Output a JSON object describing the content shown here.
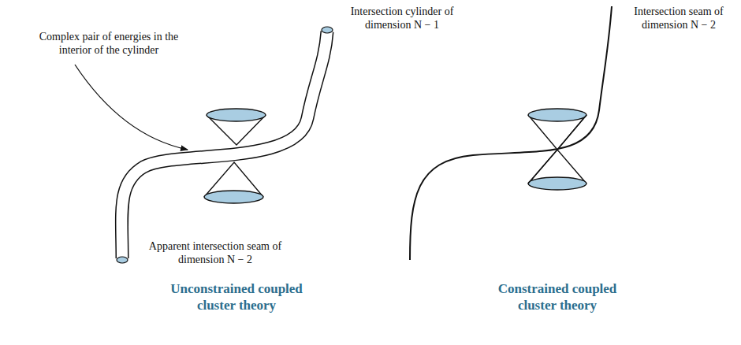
{
  "diagram": {
    "labels": [
      "Intersection cylinder of dimension N − 1",
      "Complex pair of energies in the interior of the cylinder",
      "Apparent intersection seam of dimension N − 2",
      "Intersection seam of dimension N − 2",
      "Unconstrained coupled cluster theory",
      "Constrained coupled cluster theory"
    ]
  }
}
